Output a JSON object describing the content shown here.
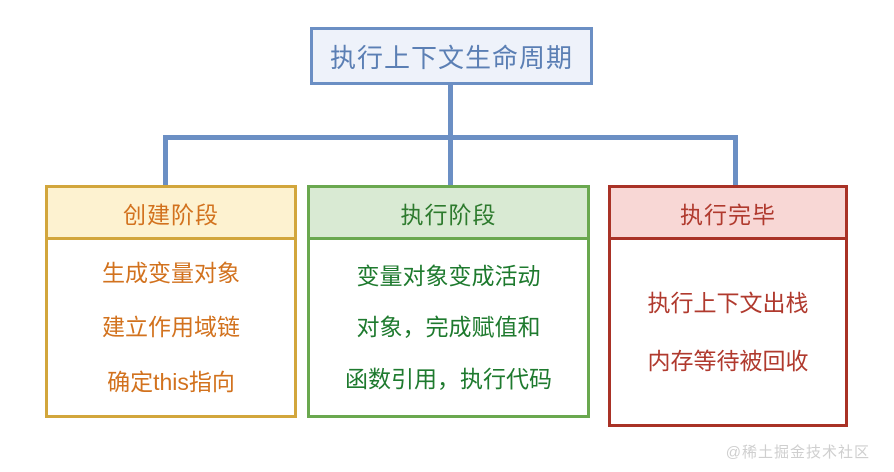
{
  "diagram": {
    "root": {
      "label": "执行上下文生命周期"
    },
    "phases": [
      {
        "header": "创建阶段",
        "lines": [
          "生成变量对象",
          "建立作用域链",
          "确定this指向"
        ],
        "border_color": "#d2a63c",
        "header_bg": "#fdf2d0",
        "text_color": "#d2721e"
      },
      {
        "header": "执行阶段",
        "lines": [
          "变量对象变成活动",
          "对象，完成赋值和",
          "函数引用，执行代码"
        ],
        "border_color": "#6aa84f",
        "header_bg": "#d9ead3",
        "text_color": "#1e7a2e"
      },
      {
        "header": "执行完毕",
        "lines": [
          "执行上下文出栈",
          "内存等待被回收"
        ],
        "border_color": "#a93226",
        "header_bg": "#f8d7d5",
        "text_color": "#b03a2e"
      }
    ],
    "connector_color": "#6b8fc4",
    "watermark": "@稀土掘金技术社区"
  }
}
